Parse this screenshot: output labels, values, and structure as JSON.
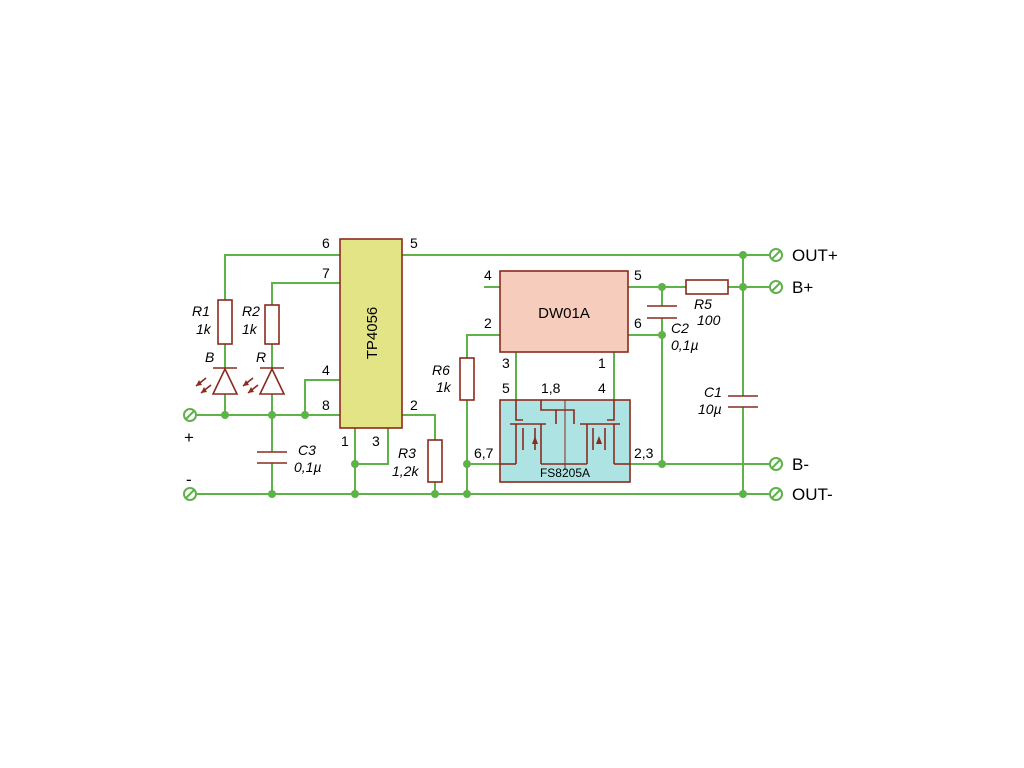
{
  "chips": {
    "tp4056": {
      "name": "TP4056",
      "fill": "#e3e485",
      "pins": [
        "6",
        "5",
        "7",
        "4",
        "8",
        "2",
        "1",
        "3"
      ]
    },
    "dw01a": {
      "name": "DW01A",
      "fill": "#f6ccbc",
      "pins": [
        "4",
        "5",
        "2",
        "6",
        "3",
        "1"
      ]
    },
    "fs8205a": {
      "name": "FS8205A",
      "fill": "#aee3e3",
      "pins": [
        "5",
        "1,8",
        "4",
        "6,7",
        "2,3"
      ]
    }
  },
  "resistors": {
    "r1": {
      "ref": "R1",
      "value": "1k"
    },
    "r2": {
      "ref": "R2",
      "value": "1k"
    },
    "r3": {
      "ref": "R3",
      "value": "1,2k"
    },
    "r5": {
      "ref": "R5",
      "value": "100"
    },
    "r6": {
      "ref": "R6",
      "value": "1k"
    }
  },
  "capacitors": {
    "c1": {
      "ref": "C1",
      "value": "10µ"
    },
    "c2": {
      "ref": "C2",
      "value": "0,1µ"
    },
    "c3": {
      "ref": "C3",
      "value": "0,1µ"
    }
  },
  "leds": {
    "blue": {
      "ref": "B"
    },
    "red": {
      "ref": "R"
    }
  },
  "terminals": {
    "out_plus": "OUT+",
    "b_plus": "B+",
    "b_minus": "B-",
    "out_minus": "OUT-",
    "in_plus": "+",
    "in_minus": "-"
  },
  "colors": {
    "wire": "#5fb24a",
    "component": "#8b2a1e"
  }
}
